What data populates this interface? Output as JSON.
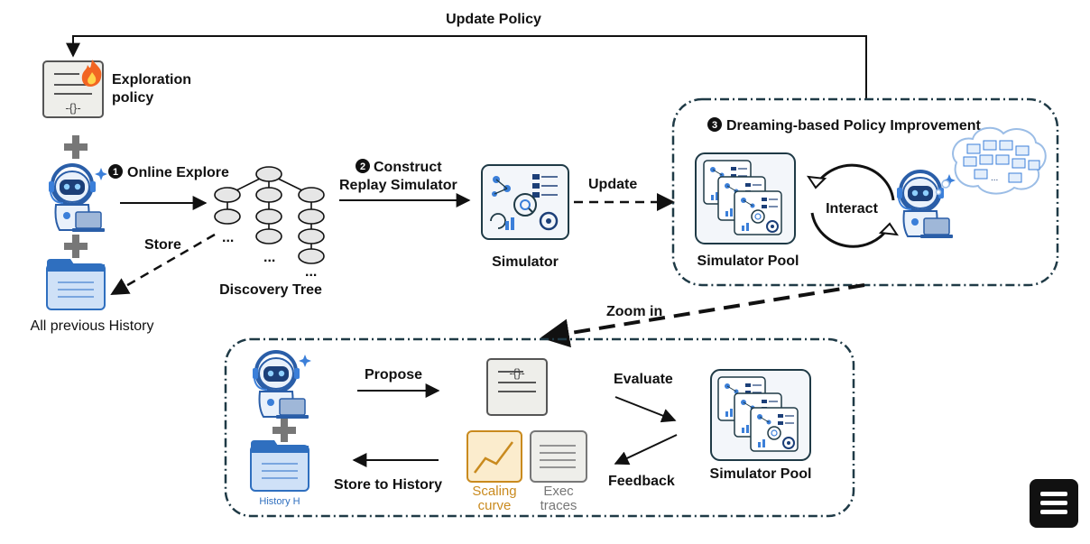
{
  "labels": {
    "update_policy": "Update Policy",
    "exploration_policy_line1": "Exploration",
    "exploration_policy_line2": "policy",
    "step1_num": "1",
    "step1_label": "Online Explore",
    "store": "Store",
    "all_previous_history": "All previous History",
    "discovery_tree": "Discovery Tree",
    "step2_num": "2",
    "step2_line1": "Construct",
    "step2_line2": "Replay Simulator",
    "simulator": "Simulator",
    "update": "Update",
    "step3_num": "3",
    "step3_label": "Dreaming-based Policy Improvement",
    "interact": "Interact",
    "simulator_pool_top": "Simulator Pool",
    "zoom_in": "Zoom in",
    "propose": "Propose",
    "evaluate": "Evaluate",
    "feedback": "Feedback",
    "store_to_history": "Store to History",
    "history_h": "History H",
    "scaling_line1": "Scaling",
    "scaling_line2": "curve",
    "exec_line1": "Exec",
    "exec_line2": "traces",
    "simulator_pool_bottom": "Simulator Pool",
    "policy_code_glyph": "-{}-",
    "ellipsis": "..."
  },
  "colors": {
    "line": "#111111",
    "dashed_box": "#1f3a46",
    "paper_fill": "#eeeeea",
    "paper_stroke": "#555555",
    "tree_node_fill": "#e6e6e6",
    "robot_blue": "#3b7fd9",
    "folder_blue": "#2f6fbf",
    "folder_light": "#cfe1f7",
    "scaling_orange": "#c98a1e",
    "scaling_fill": "#fbeccd",
    "exec_gray": "#777777"
  },
  "icons": {
    "exploration_policy": "code-doc-icon",
    "fire": "fire-icon",
    "robot": "robot-laptop-icon",
    "folder": "history-folder-icon",
    "simulator": "simulator-dashboard-icon",
    "cycle": "cycle-arrows-icon",
    "thought": "thought-cloud-icon",
    "logo": "menu-logo-icon"
  }
}
